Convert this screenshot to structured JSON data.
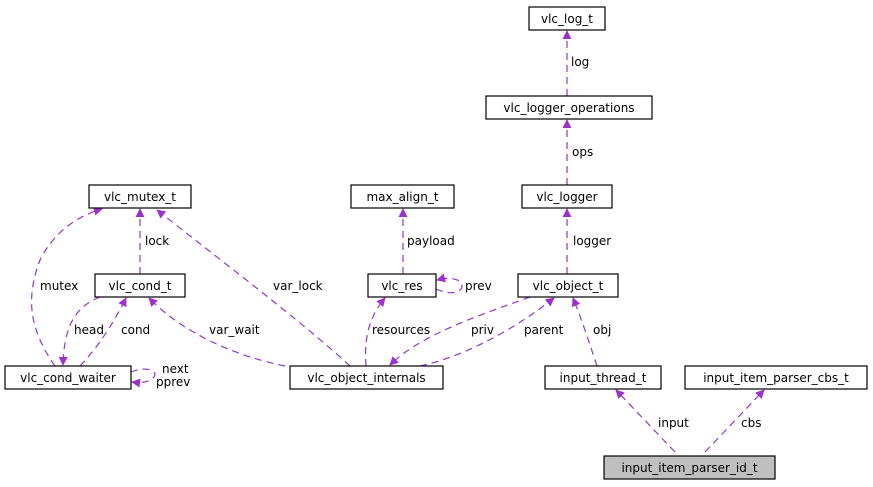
{
  "colors": {
    "edge": "#9a32cd",
    "focus_fill": "#bfbfbf"
  },
  "nodes": {
    "vlc_log_t": "vlc_log_t",
    "vlc_logger_operations": "vlc_logger_operations",
    "vlc_logger": "vlc_logger",
    "vlc_mutex_t": "vlc_mutex_t",
    "max_align_t": "max_align_t",
    "vlc_cond_t": "vlc_cond_t",
    "vlc_res": "vlc_res",
    "vlc_object_t": "vlc_object_t",
    "vlc_cond_waiter": "vlc_cond_waiter",
    "vlc_object_internals": "vlc_object_internals",
    "input_thread_t": "input_thread_t",
    "input_item_parser_cbs_t": "input_item_parser_cbs_t",
    "input_item_parser_id_t": "input_item_parser_id_t"
  },
  "edges": [
    {
      "id": "e1",
      "from": "vlc_logger_operations",
      "to": "vlc_log_t",
      "label": "log"
    },
    {
      "id": "e2",
      "from": "vlc_logger",
      "to": "vlc_logger_operations",
      "label": "ops"
    },
    {
      "id": "e3",
      "from": "vlc_object_t",
      "to": "vlc_logger",
      "label": "logger"
    },
    {
      "id": "e4",
      "from": "vlc_res",
      "to": "max_align_t",
      "label": "payload"
    },
    {
      "id": "e5",
      "from": "vlc_res",
      "to": "vlc_res",
      "label": "prev"
    },
    {
      "id": "e6",
      "from": "vlc_cond_t",
      "to": "vlc_mutex_t",
      "label": "lock"
    },
    {
      "id": "e7",
      "from": "vlc_cond_waiter",
      "to": "vlc_mutex_t",
      "label": "mutex"
    },
    {
      "id": "e8",
      "from": "vlc_object_internals",
      "to": "vlc_mutex_t",
      "label": "var_lock"
    },
    {
      "id": "e9",
      "from": "vlc_cond_waiter",
      "to": "vlc_cond_t",
      "label": "cond"
    },
    {
      "id": "e10",
      "from": "vlc_cond_t",
      "to": "vlc_cond_waiter",
      "label": "head"
    },
    {
      "id": "e11",
      "from": "vlc_object_internals",
      "to": "vlc_cond_t",
      "label": "var_wait"
    },
    {
      "id": "e12",
      "from": "vlc_cond_waiter",
      "to": "vlc_cond_waiter",
      "label": "next"
    },
    {
      "id": "e12b",
      "from": "vlc_cond_waiter",
      "to": "vlc_cond_waiter",
      "label": "pprev"
    },
    {
      "id": "e13",
      "from": "vlc_object_internals",
      "to": "vlc_res",
      "label": "resources"
    },
    {
      "id": "e14",
      "from": "vlc_object_t",
      "to": "vlc_object_internals",
      "label": "priv"
    },
    {
      "id": "e15",
      "from": "vlc_object_internals",
      "to": "vlc_object_t",
      "label": "parent"
    },
    {
      "id": "e16",
      "from": "input_thread_t",
      "to": "vlc_object_t",
      "label": "obj"
    },
    {
      "id": "e17",
      "from": "input_item_parser_id_t",
      "to": "input_thread_t",
      "label": "input"
    },
    {
      "id": "e18",
      "from": "input_item_parser_id_t",
      "to": "input_item_parser_cbs_t",
      "label": "cbs"
    }
  ]
}
